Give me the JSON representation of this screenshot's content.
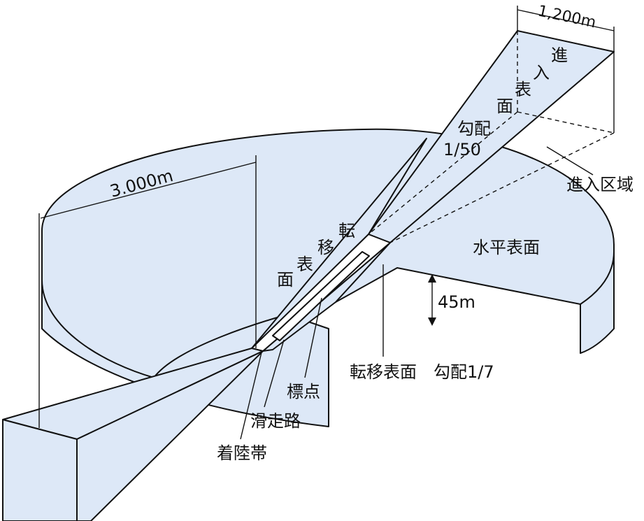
{
  "colors": {
    "surface_fill": "#dde8f7",
    "line": "#111111",
    "background": "#ffffff"
  },
  "labels": {
    "approach_width": "1,200m",
    "approach_surface_chars": [
      "進",
      "入",
      "表",
      "面"
    ],
    "approach_gradient_line1": "勾配",
    "approach_gradient_line2": "1/50",
    "approach_area": "進入区域",
    "radius": "3.000m",
    "horizontal_surface": "水平表面",
    "height": "45m",
    "transitional_surface_chars": [
      "転",
      "移",
      "表",
      "面"
    ],
    "transitional_gradient": "転移表面　勾配1/7",
    "aiming_point": "標点",
    "runway": "滑走路",
    "runway_strip": "着陸帯"
  }
}
